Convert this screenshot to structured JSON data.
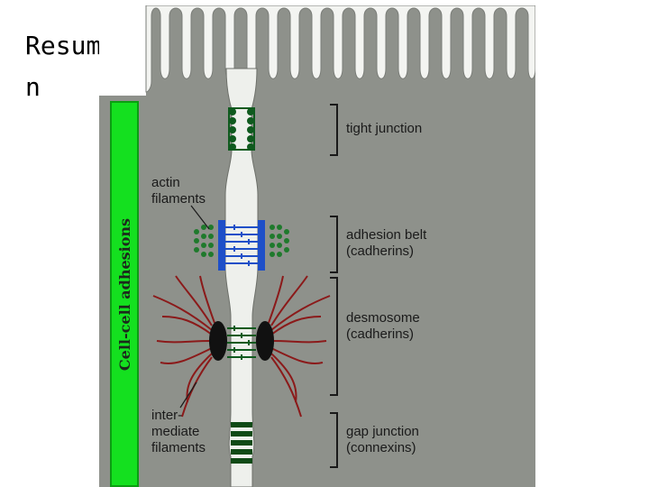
{
  "slide": {
    "title": "Resume n"
  },
  "figure": {
    "vertical_label": "Cell-cell adhesions",
    "labels": {
      "actin": [
        "actin",
        "filaments"
      ],
      "intermediate": [
        "inter-",
        "mediate",
        "filaments"
      ]
    },
    "junctions": [
      {
        "name": "tight junction",
        "protein": ""
      },
      {
        "name": "adhesion belt",
        "protein": "(cadherins)"
      },
      {
        "name": "desmosome",
        "protein": "(cadherins)"
      },
      {
        "name": "gap junction",
        "protein": "(connexins)"
      }
    ],
    "colors": {
      "background": "#8e918b",
      "cell_gap": "#eef0ec",
      "green_bar": "#14e01f",
      "tight_junction": "#0f5a1e",
      "adhesion_blue": "#1e4fc8",
      "actin_dots": "#1f7a2c",
      "desmosome_plaque": "#111111",
      "intermediate_filaments": "#8b1a1a"
    }
  }
}
